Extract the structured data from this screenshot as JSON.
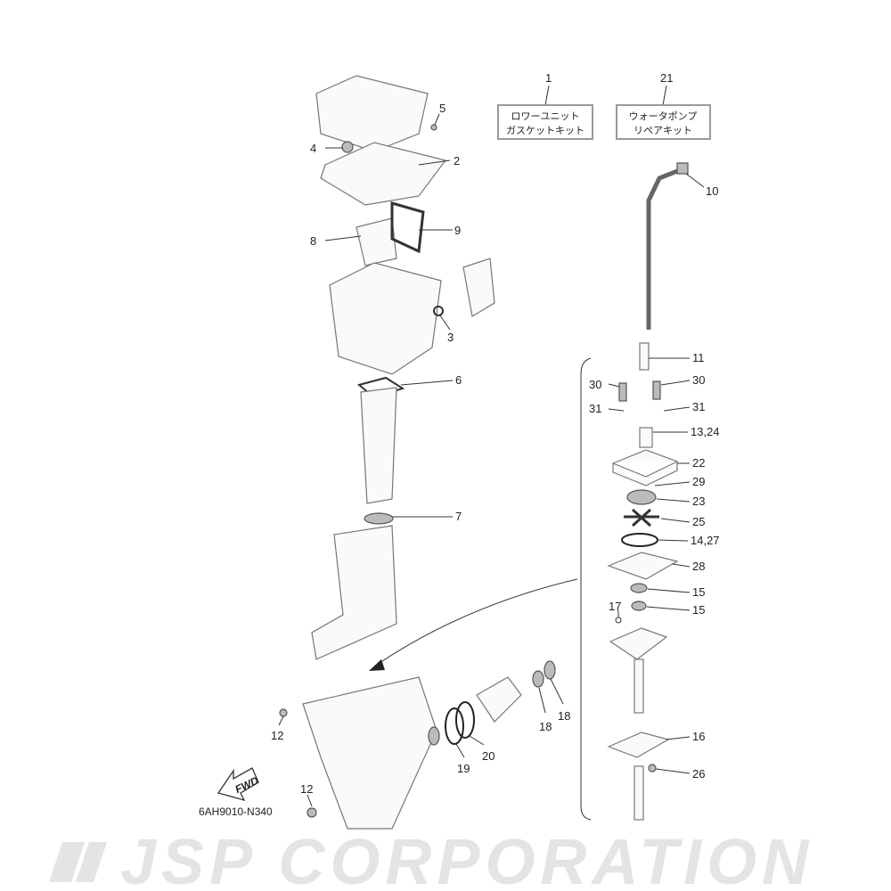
{
  "watermark": "JSP CORPORATION",
  "diagram_code": "6AH9010-N340",
  "fwd_label": "FWD",
  "kits": [
    {
      "number": "1",
      "line1": "ロワーユニット",
      "line2": "ガスケットキット"
    },
    {
      "number": "21",
      "line1": "ウォータポンプ",
      "line2": "リペアキット"
    }
  ],
  "callouts": {
    "c5": "5",
    "c4": "4",
    "c2": "2",
    "c8": "8",
    "c9": "9",
    "c3": "3",
    "c6": "6",
    "c7": "7",
    "c10": "10",
    "c11": "11",
    "c30a": "30",
    "c30b": "30",
    "c31a": "31",
    "c31b": "31",
    "c13": "13,24",
    "c22": "22",
    "c29": "29",
    "c23": "23",
    "c25": "25",
    "c14": "14,27",
    "c28": "28",
    "c15a": "15",
    "c17": "17",
    "c15b": "15",
    "c16": "16",
    "c26": "26",
    "c12a": "12",
    "c19": "19",
    "c20": "20",
    "c18a": "18",
    "c18b": "18",
    "c12b": "12"
  }
}
